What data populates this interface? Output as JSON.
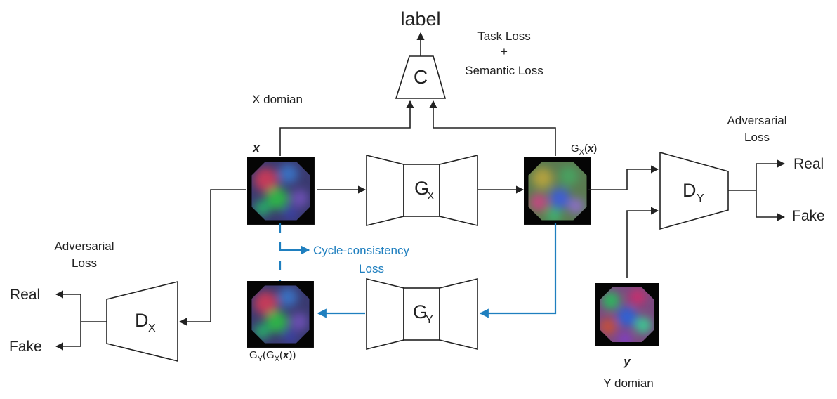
{
  "top_label": "label",
  "classifier": {
    "label": "C"
  },
  "task_loss": {
    "line1": "Task Loss",
    "line2": "+",
    "line3": "Semantic Loss"
  },
  "x_domain": "X domian",
  "y_domain": "Y domian",
  "x_image": {
    "label": "x"
  },
  "y_image": {
    "label": "y"
  },
  "gx_image": {
    "label_prefix": "G",
    "label_sub": "X",
    "label_open": "(",
    "label_var": "x",
    "label_close": ")"
  },
  "gygx_image": {
    "p1": "G",
    "s1": "Y",
    "p2": "(G",
    "s2": "X",
    "p3": "(",
    "var": "x",
    "p4": "))"
  },
  "generator_x": {
    "main": "G",
    "sub": "X"
  },
  "generator_y": {
    "main": "G",
    "sub": "Y"
  },
  "discriminator_y": {
    "main": "D",
    "sub": "Y"
  },
  "discriminator_x": {
    "main": "D",
    "sub": "X"
  },
  "adv_loss_right": {
    "line1": "Adversarial",
    "line2": "Loss"
  },
  "adv_loss_left": {
    "line1": "Adversarial",
    "line2": "Loss"
  },
  "outputs_right": {
    "real": "Real",
    "fake": "Fake"
  },
  "outputs_left": {
    "real": "Real",
    "fake": "Fake"
  },
  "cycle_loss": {
    "line1": "Cycle-consistency",
    "line2": "Loss"
  },
  "colors": {
    "line": "#222222",
    "cycle": "#1f7fbf"
  }
}
